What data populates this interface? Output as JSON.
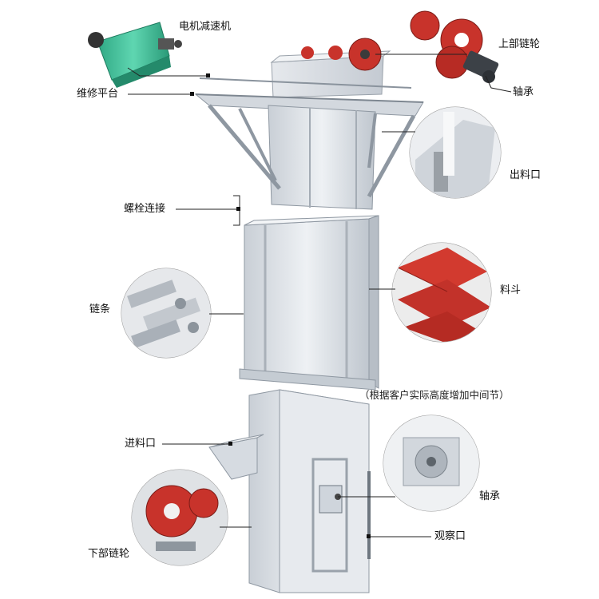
{
  "labels": {
    "motor_reducer": "电机减速机",
    "upper_sprocket": "上部链轮",
    "maintenance_platform": "维修平台",
    "bearing_top": "轴承",
    "discharge_port": "出料口",
    "bolted_connection": "螺栓连接",
    "chain": "链条",
    "bucket": "料斗",
    "middle_section_note": "（根据客户实际高度增加中间节）",
    "feed_inlet": "进料口",
    "bearing_bottom": "轴承",
    "lower_sprocket": "下部链轮",
    "inspection_port": "观察口"
  },
  "colors": {
    "casing": "#dfe3e8",
    "casing_dark": "#b9c0c8",
    "reducer_green": "#3fbf9a",
    "sprocket_red": "#c8332b",
    "leader_line": "#222222"
  }
}
